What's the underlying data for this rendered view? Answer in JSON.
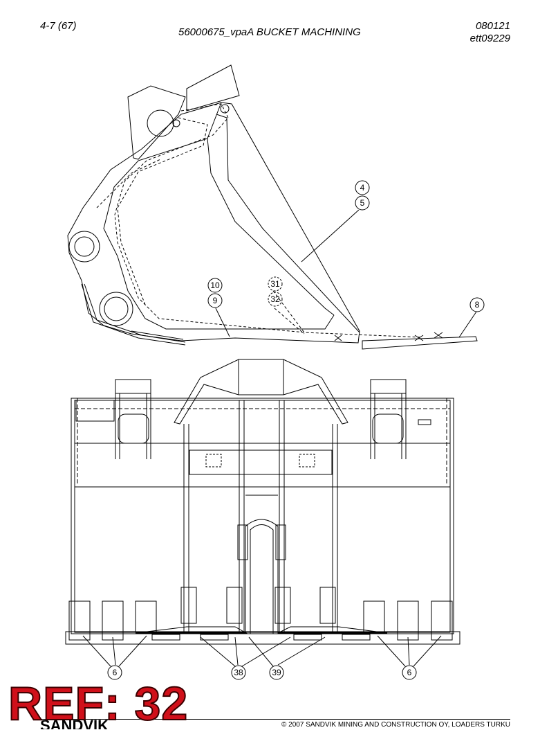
{
  "header": {
    "page_ref": "4-7 (67)",
    "title": "56000675_vpaA BUCKET MACHINING",
    "date": "080121",
    "code": "ett09229"
  },
  "callouts": {
    "side_view": {
      "c4": "4",
      "c5": "5",
      "c10": "10",
      "c9": "9",
      "c31": "31",
      "c32": "32",
      "c8": "8"
    },
    "front_view": {
      "c6_left": "6",
      "c38": "38",
      "c39": "39",
      "c6_right": "6"
    }
  },
  "ref_stamp": "REF: 32",
  "brand": "SANDVIK",
  "footer": {
    "copyright": "© 2007 SANDVIK MINING AND CONSTRUCTION OY, LOADERS TURKU"
  }
}
